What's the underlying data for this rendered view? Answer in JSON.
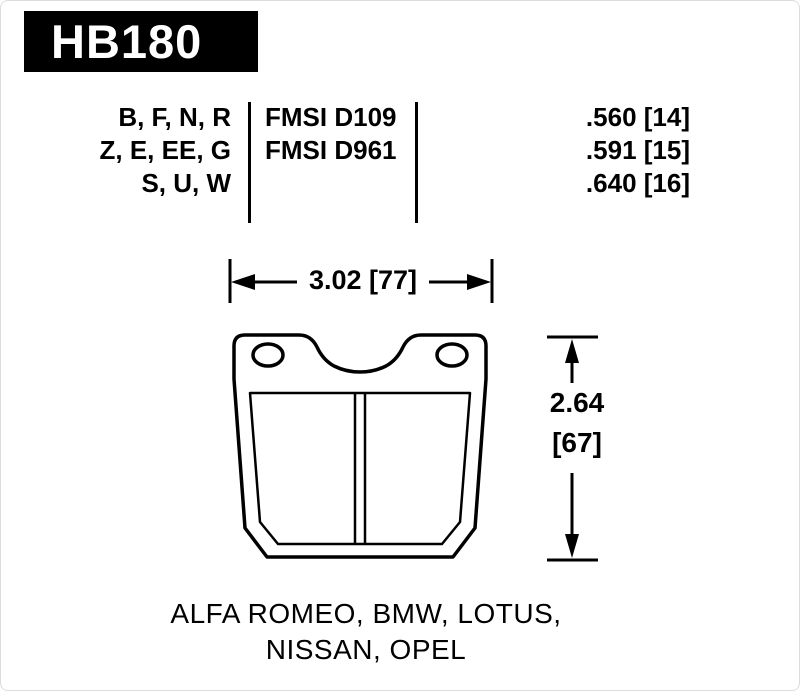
{
  "page": {
    "background": "#ffffff",
    "line_color": "#000000"
  },
  "header": {
    "part_number": "HB180",
    "bg": "#000000",
    "text_color": "#ffffff"
  },
  "spec_table": {
    "rows": [
      {
        "compounds": "B, F, N, R",
        "fmsi": "FMSI D109",
        "pad_thickness": ".560 [14]"
      },
      {
        "compounds": "Z, E, EE, G",
        "fmsi": "FMSI D961",
        "pad_thickness": ".591 [15]"
      },
      {
        "compounds": "S, U, W",
        "fmsi": "",
        "pad_thickness": ".640 [16]"
      }
    ]
  },
  "dimensions": {
    "width": "3.02 [77]",
    "height_in": "2.64",
    "height_mm": "[67]"
  },
  "applications": {
    "line1": "ALFA ROMEO, BMW, LOTUS,",
    "line2": "NISSAN, OPEL"
  }
}
